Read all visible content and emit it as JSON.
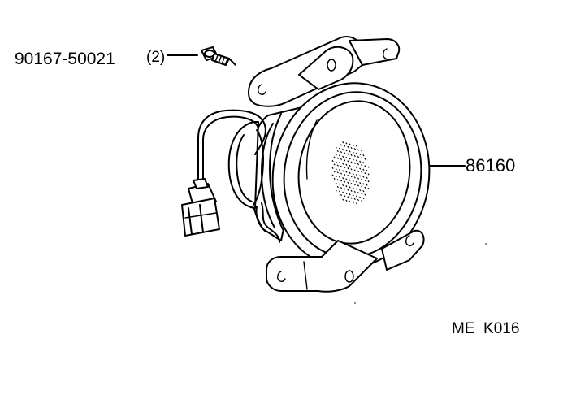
{
  "callouts": {
    "screw_part_number": "90167-50021",
    "screw_quantity": "(2)",
    "lamp_part_number": "86160"
  },
  "diagram_code": "ME  K016"
}
